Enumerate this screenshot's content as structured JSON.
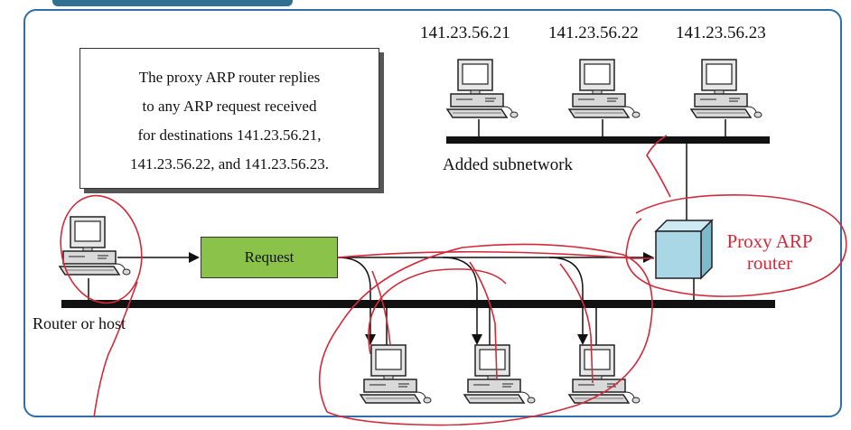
{
  "note": {
    "lines": [
      "The proxy ARP router replies",
      "to any ARP request received",
      "for destinations 141.23.56.21,",
      "141.23.56.22, and 141.23.56.23."
    ]
  },
  "subnet": {
    "hosts": [
      "141.23.56.21",
      "141.23.56.22",
      "141.23.56.23"
    ],
    "label": "Added subnetwork"
  },
  "request_label": "Request",
  "proxy_router": {
    "line1": "Proxy ARP",
    "line2": "router"
  },
  "source_label": "Router or host",
  "colors": {
    "frame": "#2e6fa8",
    "request_fill": "#8bc34a",
    "router_fill": "#a9d7e6",
    "annotation": "#d32a3a"
  }
}
